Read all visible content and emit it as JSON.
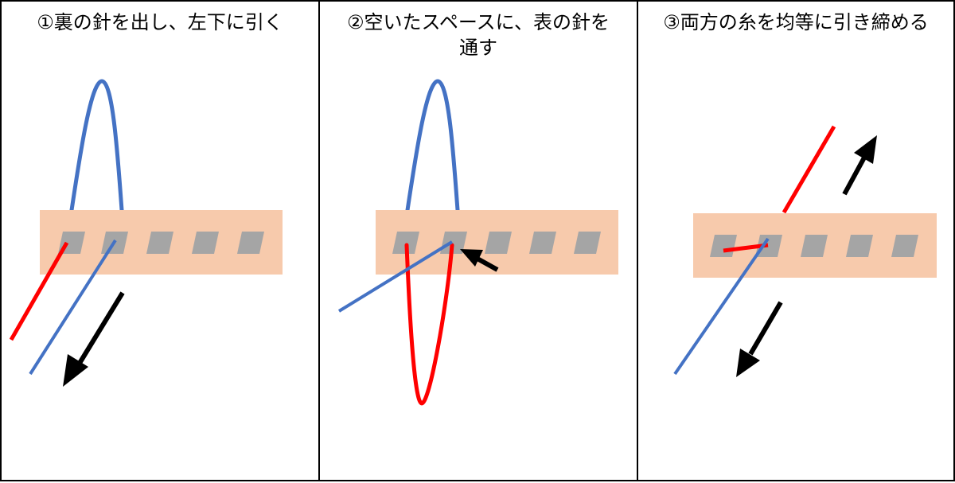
{
  "panels": [
    {
      "title": "①裏の針を出し、左下に引く"
    },
    {
      "title": "②空いたスペースに、表の針を\n通す"
    },
    {
      "title": "③両方の糸を均等に引き締める"
    }
  ],
  "colors": {
    "fabric": "#f7caac",
    "hole": "#a5a5a5",
    "blue_thread": "#4472c4",
    "red_thread": "#ff0000",
    "arrow": "#000000",
    "border": "#000000"
  }
}
